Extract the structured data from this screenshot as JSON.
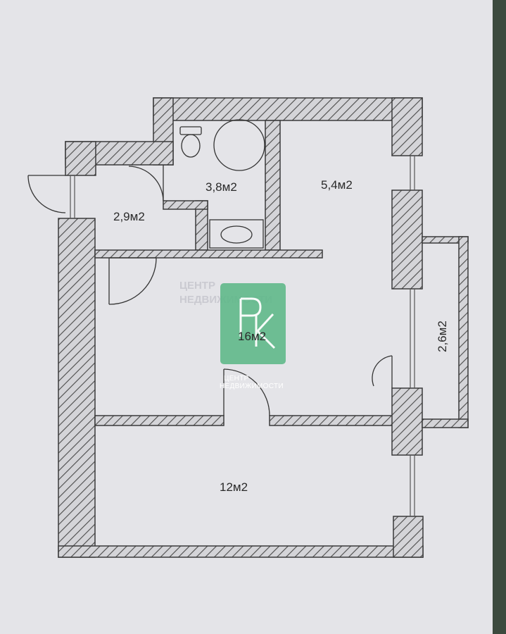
{
  "rooms": {
    "entry_hall": "2,9м2",
    "bathroom": "3,8м2",
    "kitchen": "5,4м2",
    "balcony": "2,6м2",
    "living_room": "16м2",
    "bedroom": "12м2"
  },
  "watermark": {
    "line1": "ЦЕНТР",
    "line2": "НЕДВИЖИМОСТИ",
    "ghost1": "ЦЕНТР",
    "ghost2": "НЕДВИЖИМОСТИ",
    "logo_color": "#5fb88a"
  },
  "colors": {
    "paper": "#e4e4e8",
    "wall_outline": "#3a3a3a",
    "hatch": "#4a4a4a"
  }
}
